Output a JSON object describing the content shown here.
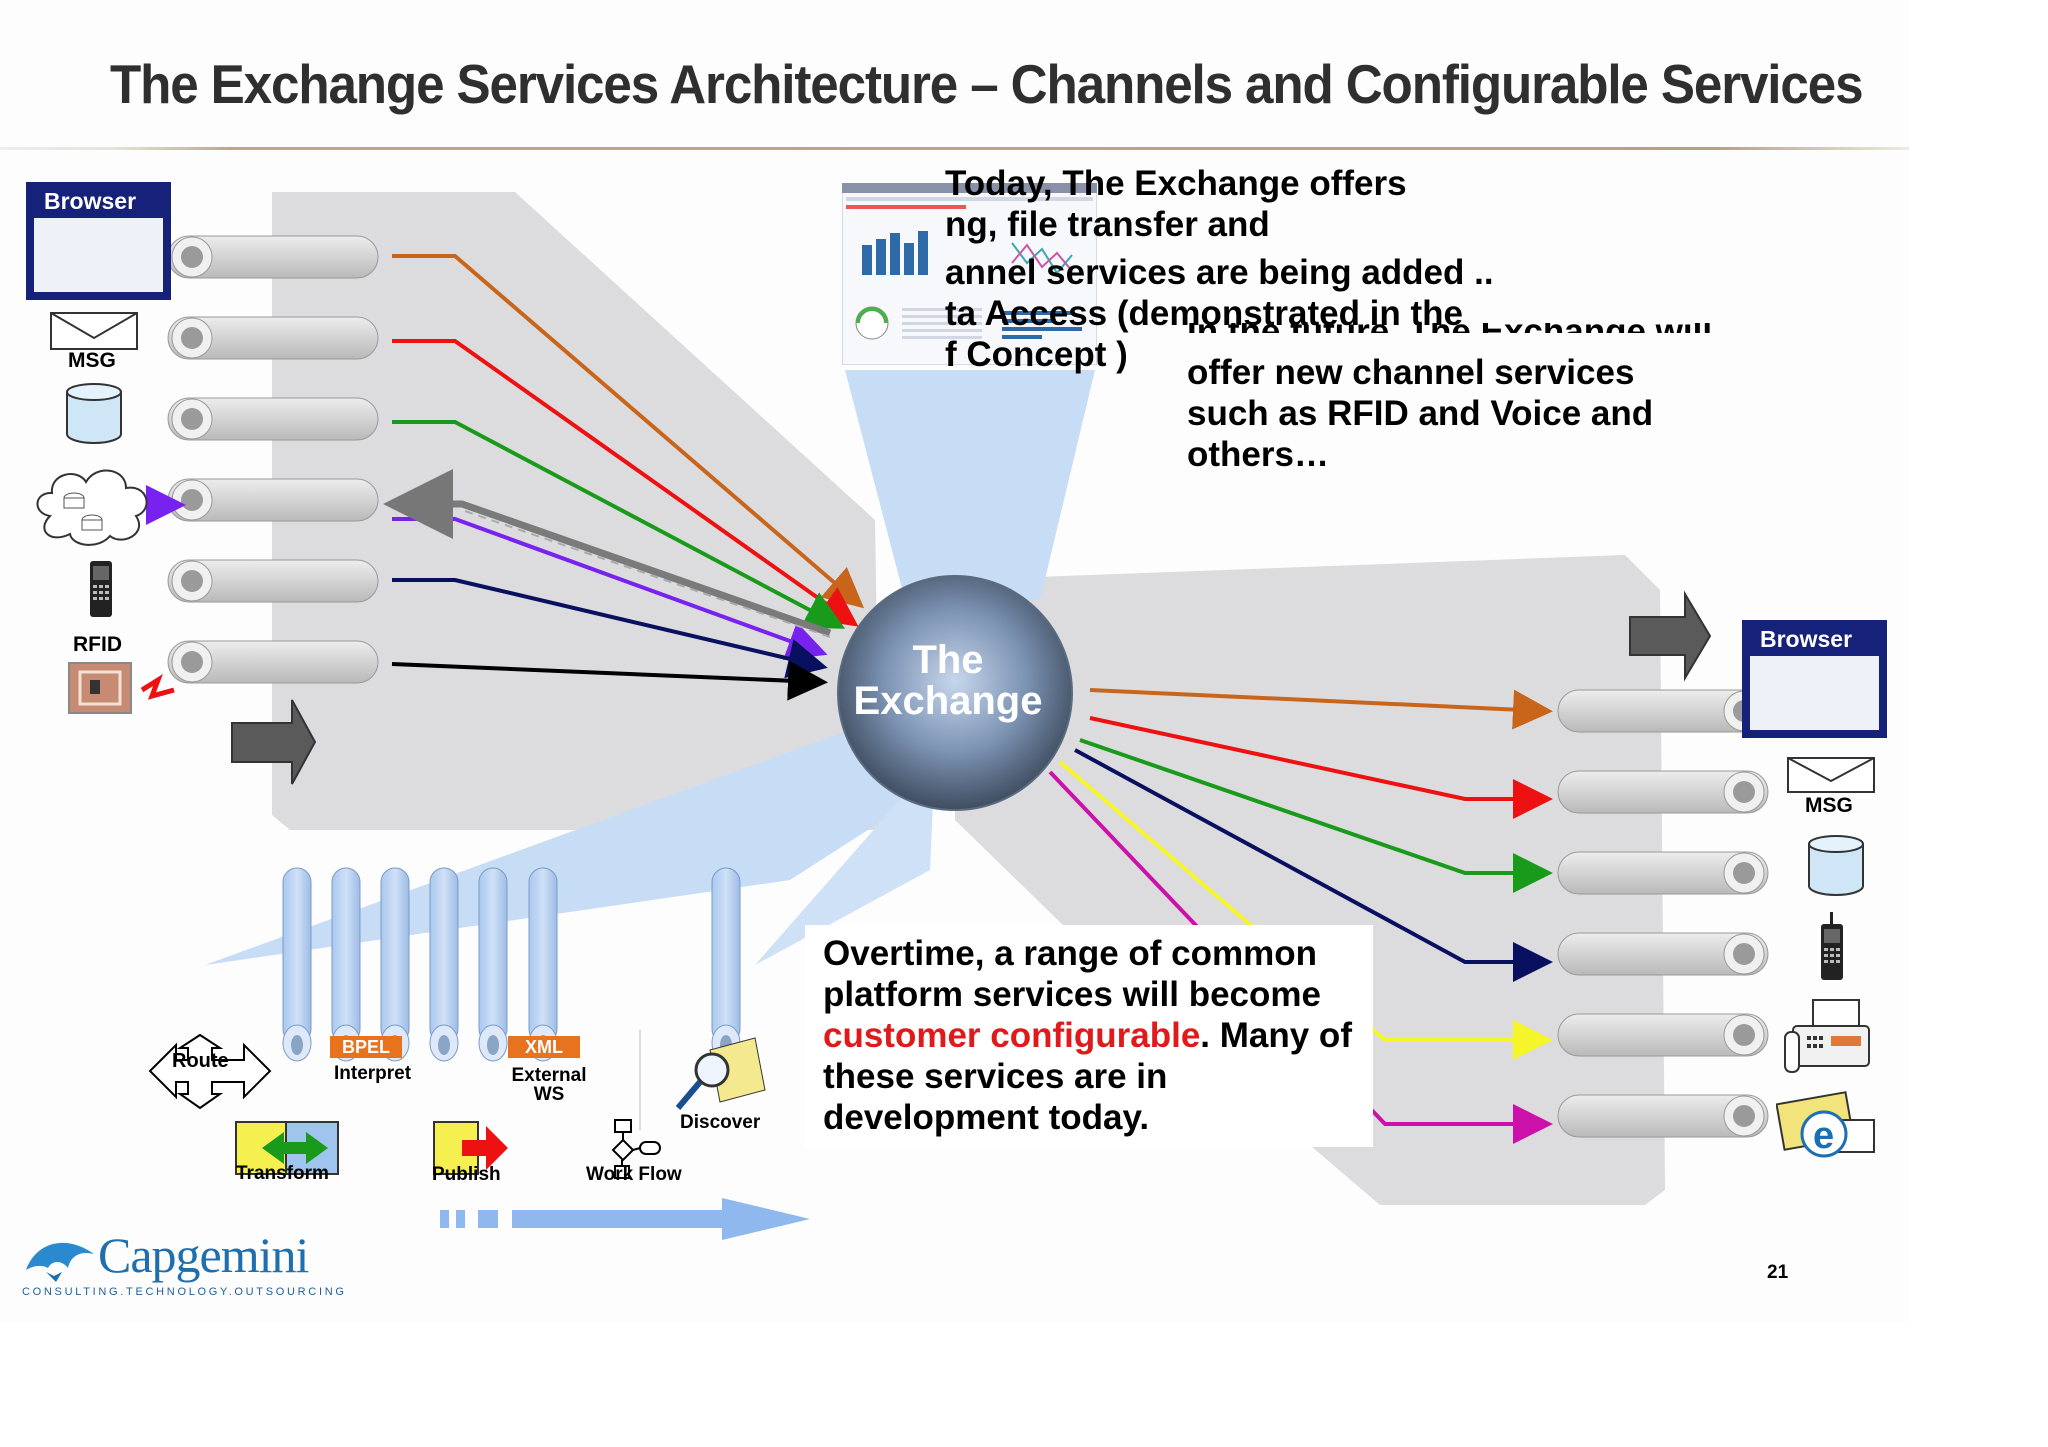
{
  "title": "The Exchange Services Architecture – Channels and Configurable Services",
  "top_note": {
    "lines": [
      "Today, The Exchange offers",
      "ng, file transfer and",
      "annel services are being added  ..",
      "ta Access (demonstrated in the",
      "f Concept )"
    ]
  },
  "future_note": {
    "lines": [
      "offer  new channel services",
      "such as RFID and Voice and",
      "others…"
    ],
    "partial": "In the future, The Exchange will"
  },
  "bottom_note": {
    "line1": "Overtime, a range of common",
    "line2": "platform services will become",
    "highlight": "customer configurable",
    "line3_rest": ". Many of",
    "line4": "these services are in",
    "line5": "development today."
  },
  "center": {
    "line1": "The",
    "line2": "Exchange"
  },
  "left_channels": {
    "browser": "Browser",
    "msg": "MSG",
    "rfid": "RFID"
  },
  "right_channels": {
    "browser": "Browser",
    "msg": "MSG"
  },
  "services": {
    "route": "Route",
    "bpel": "BPEL",
    "interpret": "Interpret",
    "xml": "XML",
    "external_ws_1": "External",
    "external_ws_2": "WS",
    "discover": "Discover",
    "transform": "Transform",
    "publish": "Publish",
    "work_flow": "Work Flow"
  },
  "brand": {
    "name": "Capgemini",
    "tagline": "CONSULTING.TECHNOLOGY.OUTSOURCING"
  },
  "page_number": "21",
  "colors": {
    "orange": "#c8651a",
    "red": "#ee1111",
    "green": "#1a9a1a",
    "purple": "#7722ee",
    "navy": "#0a1060",
    "yellow": "#f5f52a",
    "magenta": "#cc11aa",
    "sphere": "#6f87a6",
    "highlight_text": "#e01a1a"
  }
}
